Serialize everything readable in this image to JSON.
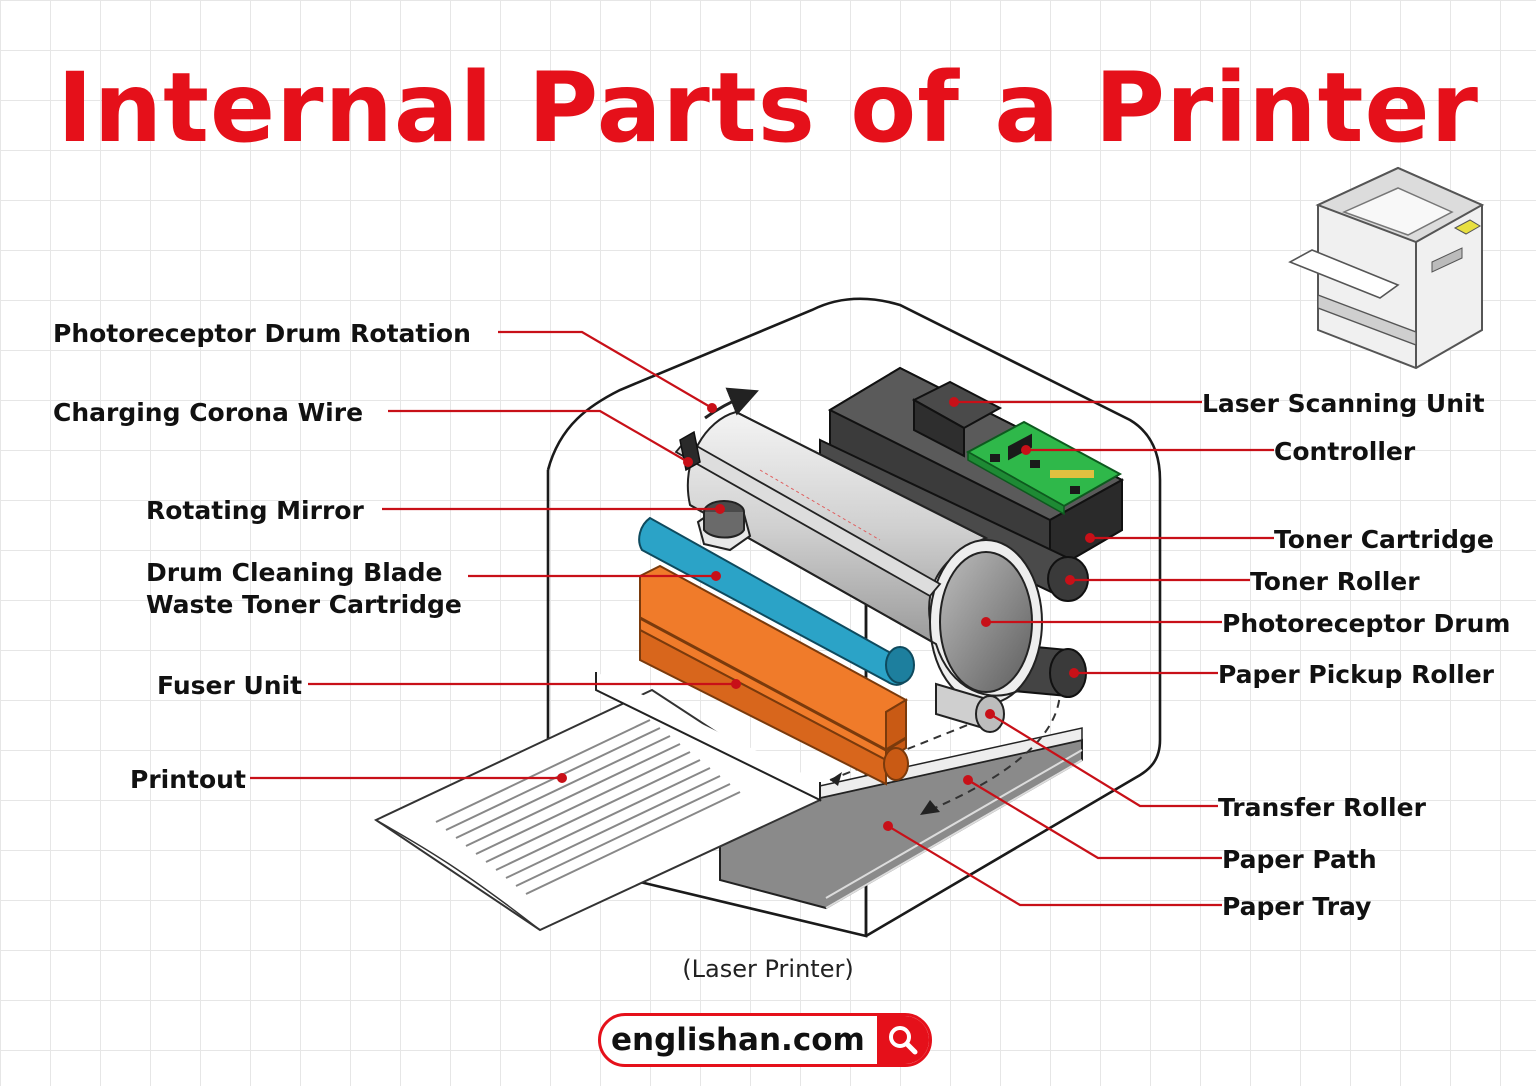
{
  "title": "Internal Parts of a Printer",
  "caption": "(Laser Printer)",
  "brand": {
    "text": "englishan.com",
    "icon": "search-icon"
  },
  "colors": {
    "title": "#e5101a",
    "leader": "#c81018",
    "toner": "#3b3b3b",
    "drum": "#d9d9d9",
    "cleaning_blade": "#2ba3c7",
    "fuser": "#f07b2a",
    "controller": "#2fb84a"
  },
  "labels": {
    "photoreceptor_drum_rotation": "Photoreceptor Drum Rotation",
    "charging_corona_wire": "Charging Corona Wire",
    "rotating_mirror": "Rotating Mirror",
    "drum_cleaning_blade": "Drum Cleaning Blade",
    "waste_toner_cartridge": "Waste Toner Cartridge",
    "fuser_unit": "Fuser Unit",
    "printout": "Printout",
    "laser_scanning_unit": "Laser Scanning Unit",
    "controller": "Controller",
    "toner_cartridge": "Toner Cartridge",
    "toner_roller": "Toner Roller",
    "photoreceptor_drum": "Photoreceptor Drum",
    "paper_pickup_roller": "Paper Pickup Roller",
    "transfer_roller": "Transfer Roller",
    "paper_path": "Paper Path",
    "paper_tray": "Paper Tray"
  }
}
